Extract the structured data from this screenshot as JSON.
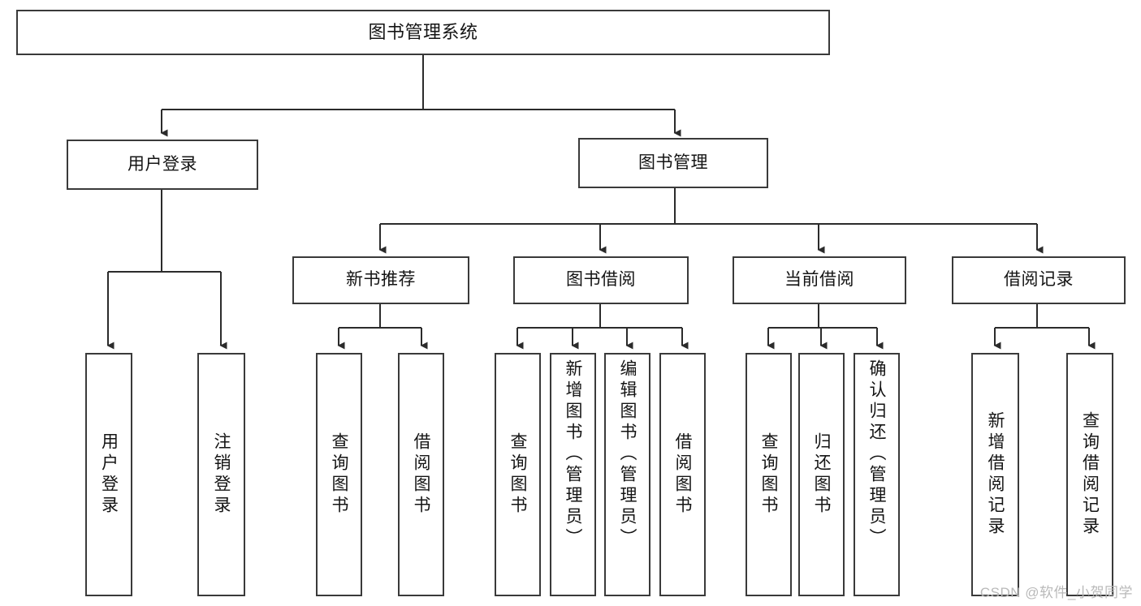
{
  "diagram": {
    "type": "tree",
    "title": "图书管理系统",
    "orientation": "top-down",
    "colors": {
      "box_border": "#3a3a3a",
      "box_fill": "#ffffff",
      "connector": "#2b2b2b",
      "text": "#141414",
      "watermark": "#b9b9b9",
      "background": "#ffffff"
    },
    "root": {
      "label": "图书管理系统"
    },
    "level1": [
      {
        "label": "用户登录"
      },
      {
        "label": "图书管理"
      }
    ],
    "level2": [
      {
        "label": "新书推荐"
      },
      {
        "label": "图书借阅"
      },
      {
        "label": "当前借阅"
      },
      {
        "label": "借阅记录"
      }
    ],
    "leaves": {
      "user_login": [
        {
          "label": "用户登录"
        },
        {
          "label": "注销登录"
        }
      ],
      "new_book_recommend": [
        {
          "label": "查询图书"
        },
        {
          "label": "借阅图书"
        }
      ],
      "book_borrow": [
        {
          "label": "查询图书"
        },
        {
          "label": "新增图书（管理员）"
        },
        {
          "label": "编辑图书（管理员）"
        },
        {
          "label": "借阅图书"
        }
      ],
      "current_borrow": [
        {
          "label": "查询图书"
        },
        {
          "label": "归还图书"
        },
        {
          "label": "确认归还（管理员）"
        }
      ],
      "borrow_record": [
        {
          "label": "新增借阅记录"
        },
        {
          "label": "查询借阅记录"
        }
      ]
    }
  },
  "watermark": {
    "text": "CSDN @软件_小贺同学"
  }
}
